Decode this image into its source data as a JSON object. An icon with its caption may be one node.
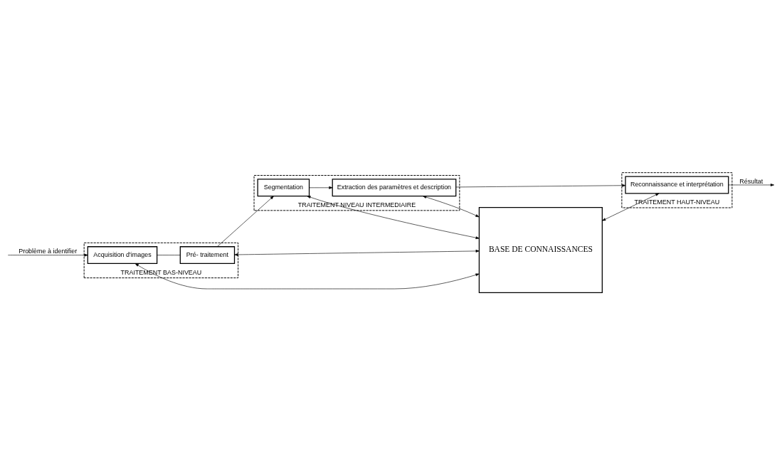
{
  "diagram": {
    "nodes": [
      {
        "text": [
          "TRAITEMENT NIVEAU INTERMEDIAIRE"
        ]
      },
      {
        "text": [
          "Segmentation"
        ],
        "in": 0
      },
      {
        "text": [
          "Extraction des paramètres et description"
        ],
        "in": 0
      },
      {
        "text": [
          "TRAITEMENT BAS-NIVEAU"
        ]
      },
      {
        "text": [
          "Pré- traitement"
        ],
        "in": 3
      },
      {
        "text": [
          "Acquisition d'images"
        ],
        "in": 3
      },
      {
        "text": [
          "BASE DE CONNAISSANCES"
        ]
      },
      {
        "text": [
          "TRAITEMENT HAUT-NIVEAU"
        ]
      },
      {
        "text": [
          "Reconnaissance et interprétation"
        ],
        "in": 7
      }
    ],
    "edges": [
      {
        "from": null,
        "to": 5,
        "arrow": "to",
        "label": "Problème à identifier"
      },
      {
        "from": 5,
        "to": 4,
        "arrow": "none"
      },
      {
        "from": 4,
        "to": 1,
        "arrow": "to"
      },
      {
        "from": 1,
        "to": 2,
        "arrow": "to"
      },
      {
        "from": 2,
        "to": 8,
        "arrow": "to"
      },
      {
        "from": 4,
        "to": 6,
        "arrow": "both"
      },
      {
        "from": 5,
        "to": 6,
        "arrow": "both"
      },
      {
        "from": 1,
        "to": 6,
        "arrow": "both"
      },
      {
        "from": 2,
        "to": 6,
        "arrow": "both"
      },
      {
        "from": 6,
        "to": 8,
        "arrow": "both"
      },
      {
        "from": 8,
        "to": null,
        "arrow": "to",
        "label": "Résultat"
      }
    ]
  }
}
